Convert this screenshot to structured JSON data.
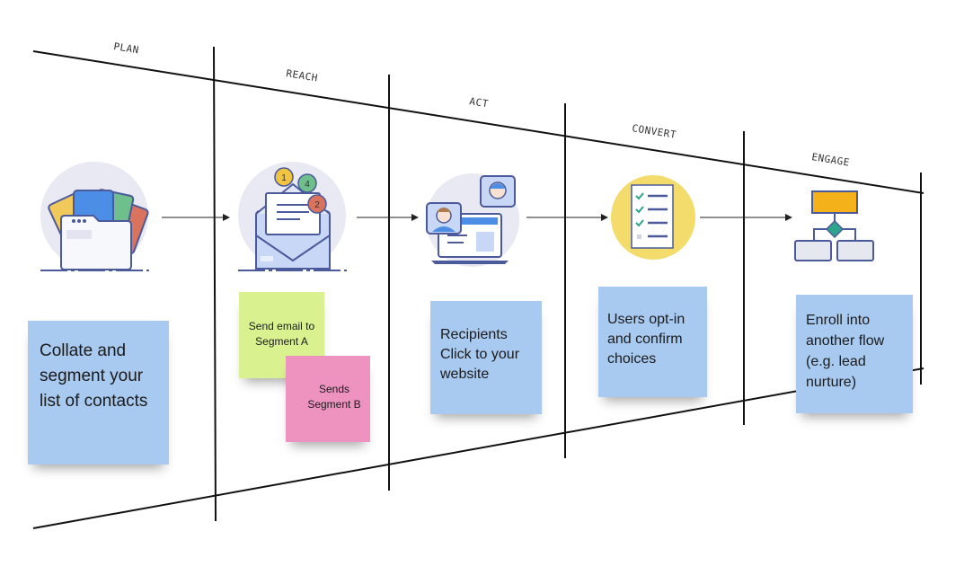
{
  "stages": [
    {
      "label": "PLAN"
    },
    {
      "label": "REACH"
    },
    {
      "label": "ACT"
    },
    {
      "label": "CONVERT"
    },
    {
      "label": "ENGAGE"
    }
  ],
  "notes": {
    "plan": "Collate and segment your list of contacts",
    "reach_a": "Send email to Segment A",
    "reach_b": "Sends Segment B",
    "act": "Recipients Click to your website",
    "convert": "Users opt-in and confirm choices",
    "engage": "Enroll into another flow (e.g. lead nurture)"
  },
  "icons": [
    "folder-cards-icon",
    "email-envelope-icon",
    "website-users-icon",
    "checklist-icon",
    "flowchart-icon"
  ],
  "email_badges": [
    "1",
    "4",
    "2"
  ],
  "colors": {
    "note_blue": "#a8c9f0",
    "note_green": "#d9f28f",
    "note_pink": "#ee93c0",
    "line": "#111111",
    "icon_bg": "#e8e9f2",
    "checklist_bg": "#f3dc6b",
    "flow_orange": "#f5b11a",
    "flow_teal": "#2fa48d"
  }
}
